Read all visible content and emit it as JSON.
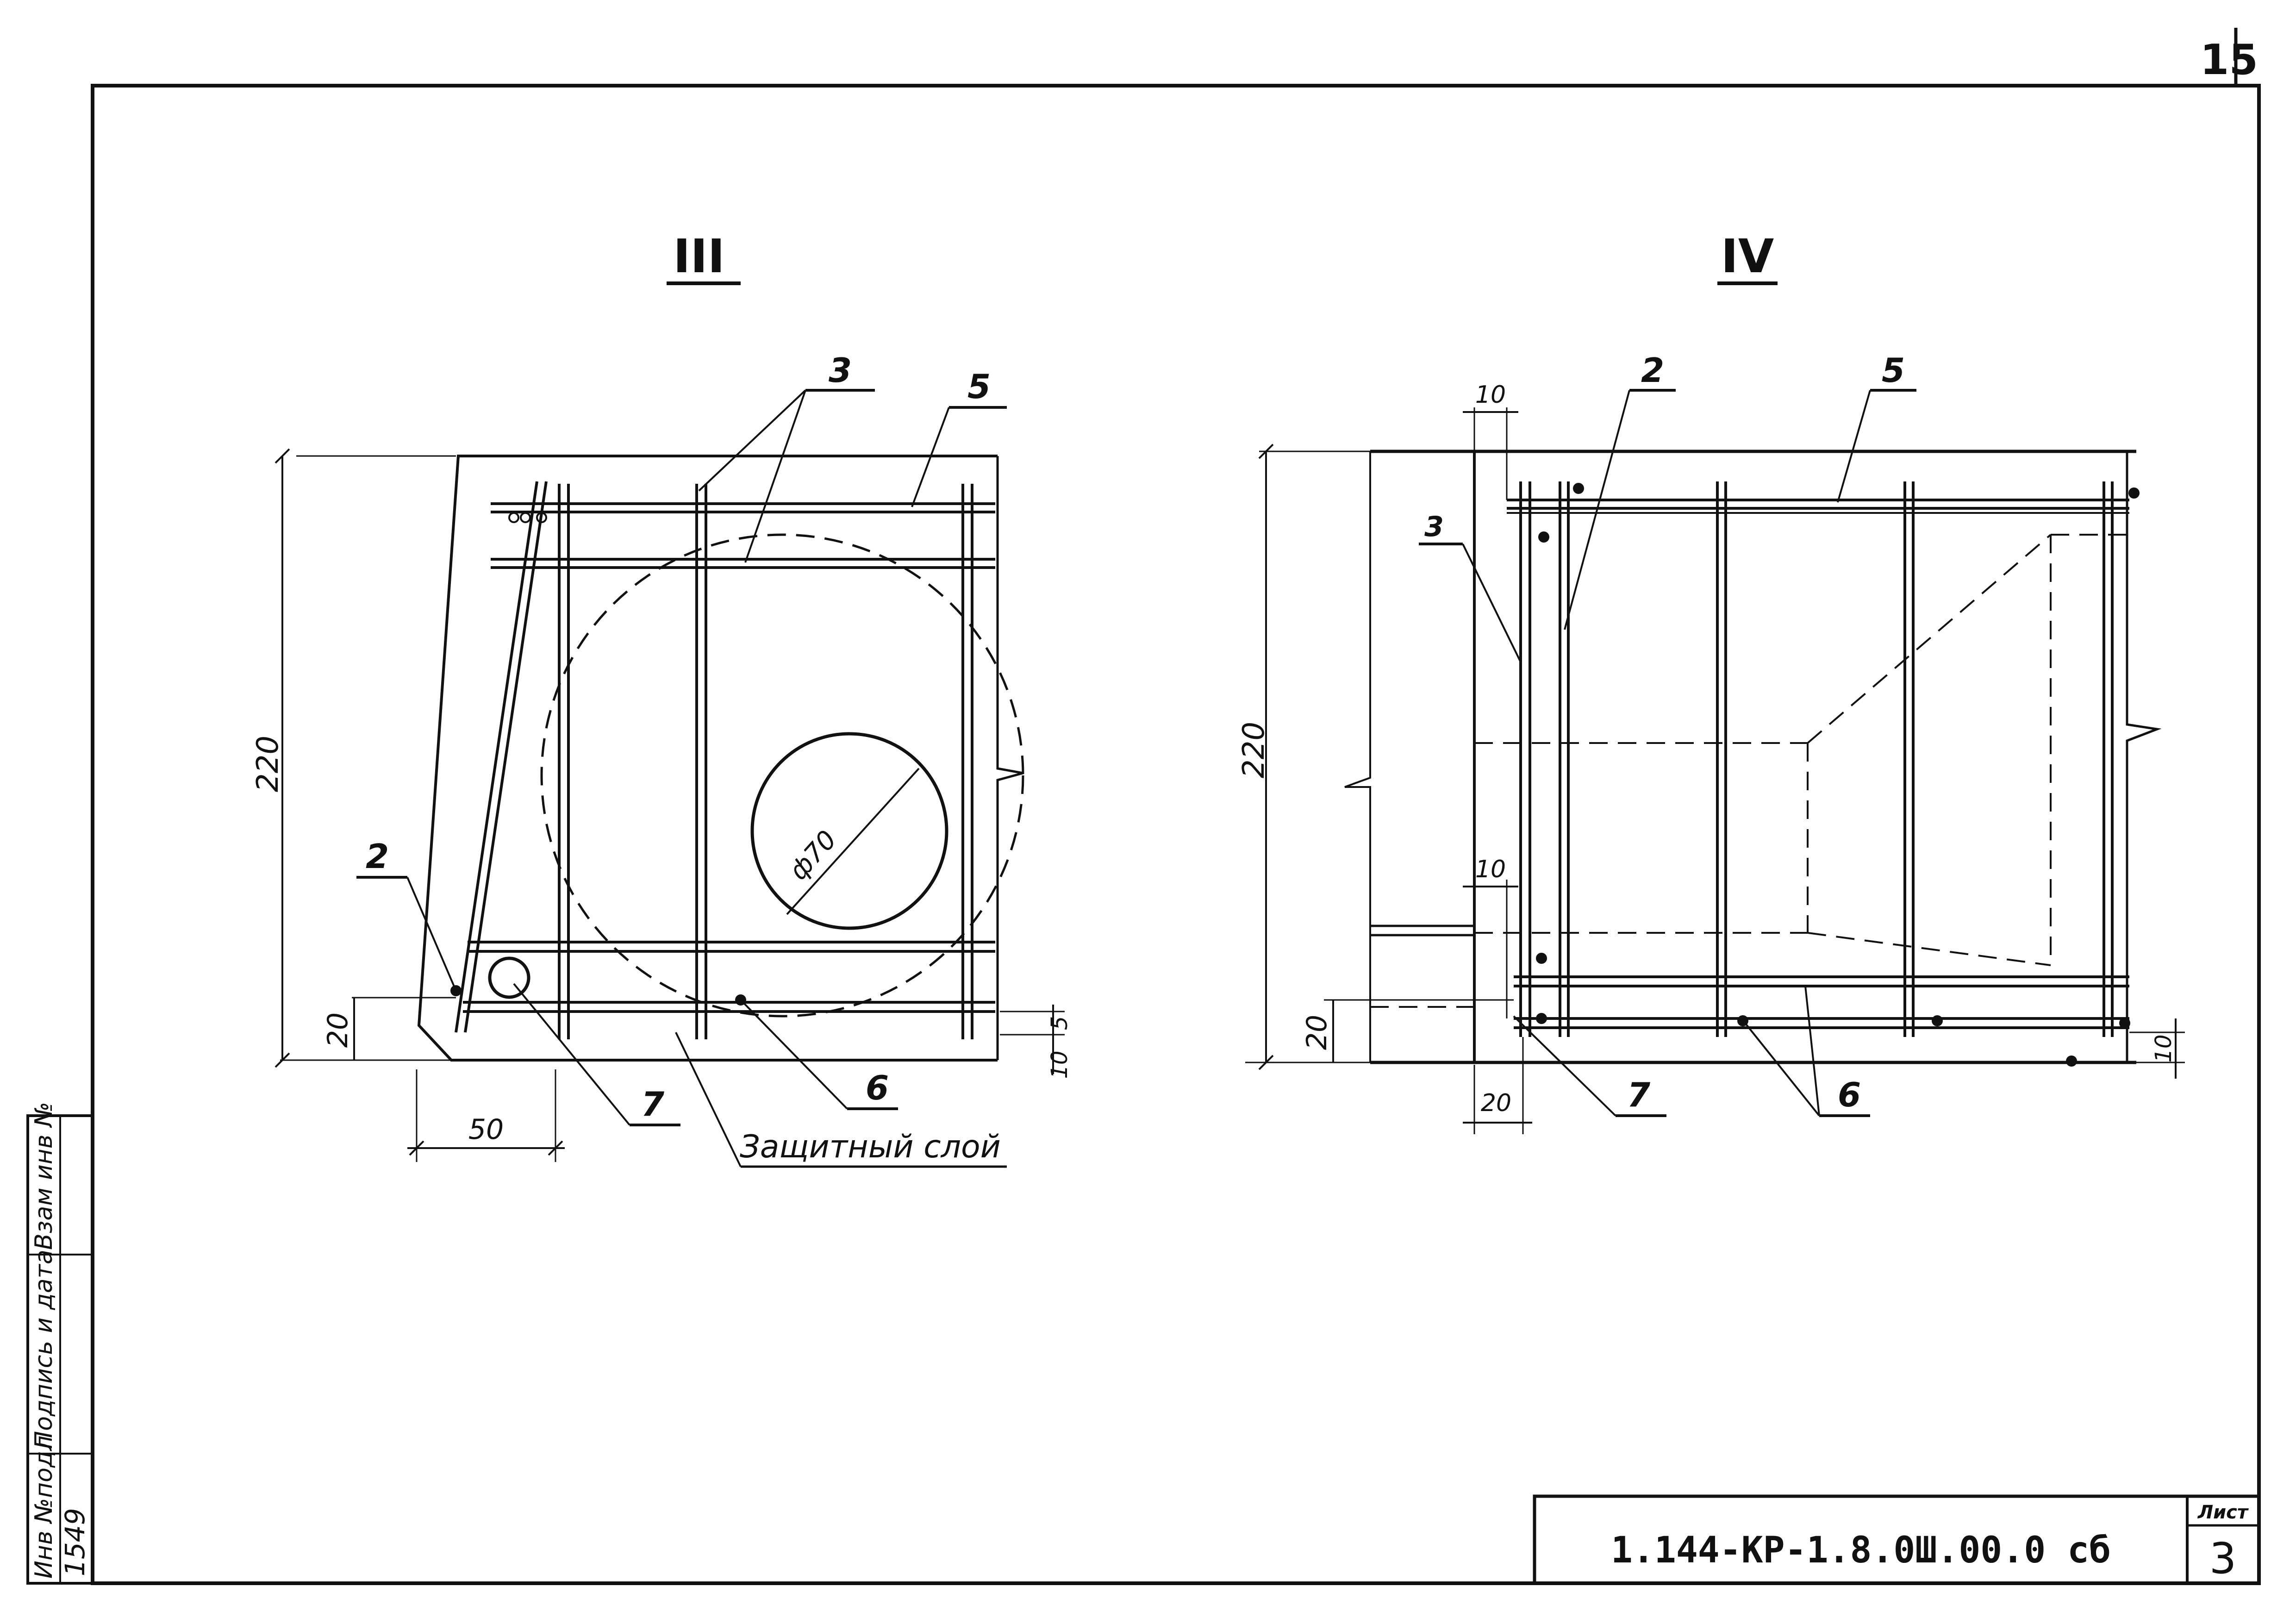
{
  "sheet_corner_number": "15",
  "views": {
    "left": {
      "title": "III",
      "labels": {
        "p2": "2",
        "p3": "3",
        "p5": "5",
        "p6": "6",
        "p7": "7"
      },
      "dims": {
        "height": "220",
        "bottom_cover": "20",
        "width_50": "50",
        "cover_10": "10",
        "cover_5": "5",
        "diameter": "ф70"
      },
      "protective_layer": "Защитный слой"
    },
    "right": {
      "title": "IV",
      "labels": {
        "p2": "2",
        "p3": "3",
        "p5": "5",
        "p6": "6",
        "p7": "7"
      },
      "dims": {
        "height": "220",
        "bottom_cover": "20",
        "top_10": "10",
        "mid_10": "10",
        "bottom_20": "20",
        "right_10": "10"
      }
    }
  },
  "side_stamp": {
    "cells": [
      "Инв №подл",
      "Подпись и дата",
      "Взам инв №"
    ],
    "inv_value": "1549"
  },
  "title_block": {
    "doc_code": "1.144-КР-1.8.0Ш.00.0 сб",
    "sheet_label": "Лист",
    "sheet_number": "3"
  }
}
